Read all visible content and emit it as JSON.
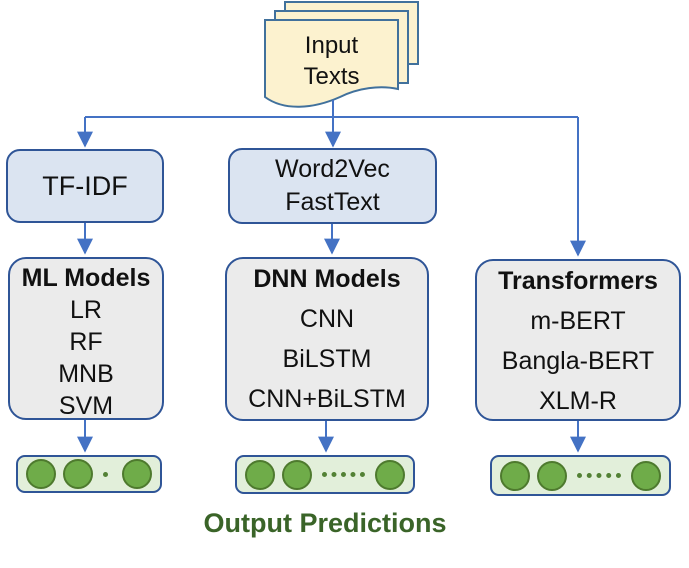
{
  "input_doc": {
    "label": "Input\nTexts"
  },
  "feature_boxes": [
    {
      "label": "TF-IDF"
    },
    {
      "label": "Word2Vec\nFastText"
    }
  ],
  "model_boxes": [
    {
      "title": "ML Models",
      "items": [
        "LR",
        "RF",
        "MNB",
        "SVM"
      ]
    },
    {
      "title": "DNN Models",
      "items": [
        "CNN",
        "BiLSTM",
        "CNN+BiLSTM"
      ]
    },
    {
      "title": "Transformers",
      "items": [
        "m-BERT",
        "Bangla-BERT",
        "XLM-R"
      ]
    }
  ],
  "output": {
    "label": "Output Predictions"
  },
  "icons": {
    "document_stack": "document-stack-icon",
    "arrow": "arrow-down-icon",
    "node": "neuron-circle-icon"
  },
  "colors": {
    "connector_blue": "#4472c4",
    "box_border_blue": "#2f5597",
    "feature_fill_blue": "#dbe4f1",
    "model_fill_gray": "#ebebeb",
    "doc_fill_cream": "#fcf2cf",
    "doc_border_blue": "#41719c",
    "output_fill_green": "#e2efda",
    "node_green": "#6fac49",
    "node_border_green": "#4e7a2e",
    "output_text_green": "#3a6428"
  }
}
